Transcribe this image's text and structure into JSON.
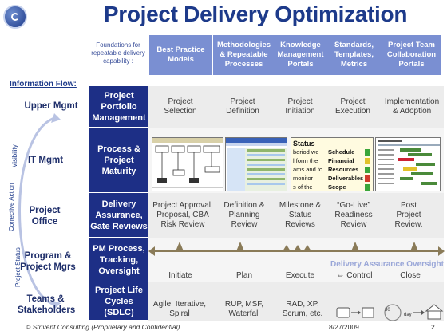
{
  "title": "Project Delivery Optimization",
  "foundations_label": "Foundations for repeatable delivery capability :",
  "foundations": [
    "Best Practice Models",
    "Methodologies & Repeatable Processes",
    "Knowledge Management Portals",
    "Standards, Templates, Metrics",
    "Project Team Collaboration Portals"
  ],
  "information_flow": "Information Flow:",
  "side_labels": [
    "Visibility",
    "Corrective Action",
    "Project Status"
  ],
  "levels": [
    "Upper Mgmt",
    "IT Mgmt",
    "Project Office",
    "Program & Project Mgrs",
    "Teams & Stakeholders"
  ],
  "rows": [
    {
      "label": "Project Portfolio Management",
      "cells": [
        "Project Selection",
        "Project Definition",
        "Project Initiation",
        "Project Execution",
        "Implementation & Adoption"
      ]
    },
    {
      "label": "Process & Project Maturity",
      "cells": []
    },
    {
      "label": "Delivery Assurance, Gate Reviews",
      "cells": [
        "Project Approval, Proposal, CBA Risk Review",
        "Definition & Planning Review",
        "Milestone & Status Reviews",
        "“Go-Live” Readiness Review",
        "Post Project Review."
      ]
    },
    {
      "label": "PM Process, Tracking, Oversight",
      "cells": [
        "Initiate",
        "Plan",
        "Execute",
        "⇔ Control",
        "Close"
      ],
      "overlay": "Delivery Assurance Oversight"
    },
    {
      "label": "Project Life Cycles (SDLC)",
      "cells": [
        "Agile, Iterative, Spiral",
        "RUP, MSF, Waterfall",
        "RAD, XP, Scrum, etc."
      ]
    }
  ],
  "status_card": {
    "title": "Status",
    "text": [
      "beriod we",
      "l form the",
      "ams and to",
      "monitor",
      "s of the"
    ],
    "items": [
      "Schedule",
      "Financial",
      "Resources",
      "Deliverables",
      "Scope"
    ]
  },
  "lifecycle_icon_labels": [
    "30",
    "day"
  ],
  "footer": {
    "left": "© Strivent Consulting  (Proprietary and Confidential)",
    "date": "8/27/2009",
    "page": "2"
  },
  "colors": {
    "title": "#1d3a8a",
    "row_label_bg": "#1d2f86",
    "foundation_bg": "#7a8fd2",
    "timeline": "#8a7b58",
    "oversight_text": "#9aa7d8"
  }
}
